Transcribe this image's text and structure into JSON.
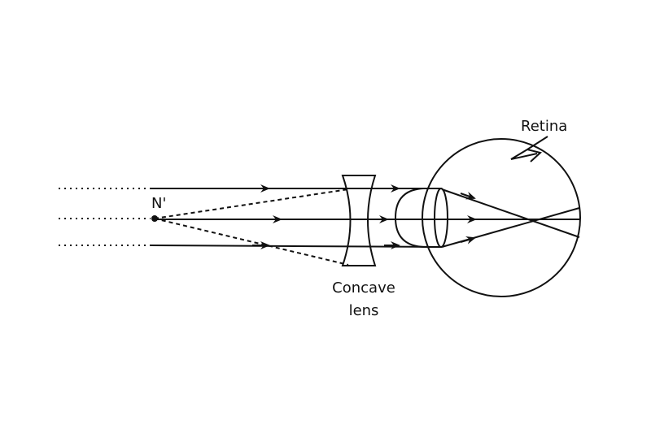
{
  "labels": {
    "retina": "Retina",
    "point": "N'",
    "lens_line1": "Concave",
    "lens_line2": "lens"
  },
  "colors": {
    "stroke": "#111111",
    "background": "#ffffff"
  }
}
